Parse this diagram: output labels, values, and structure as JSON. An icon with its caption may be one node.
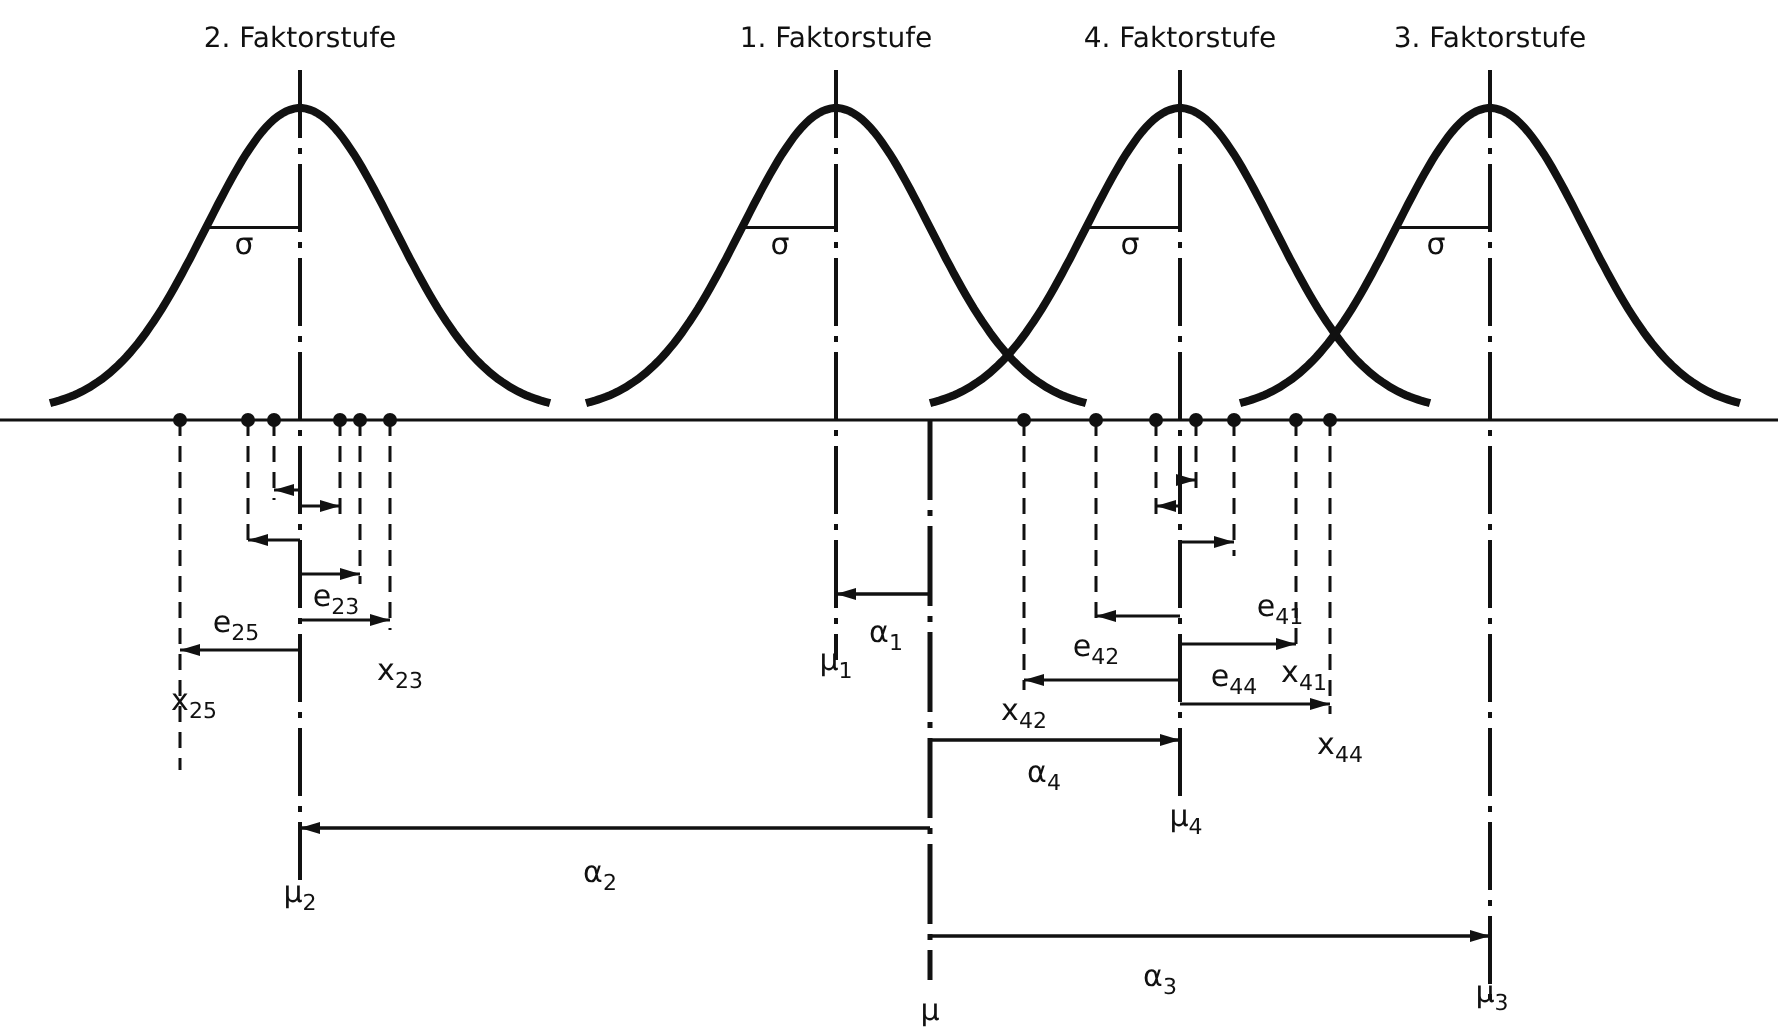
{
  "diagram": {
    "labels": [
      "2. Faktorstufe",
      "1. Faktorstufe",
      "4. Faktorstufe",
      "3. Faktorstufe",
      "σ",
      "σ",
      "σ",
      "σ",
      "e$_{23}$",
      "e$_{41}$",
      "e$_{25}$",
      "α$_{1}$",
      "e$_{42}$",
      "μ$_{1}$",
      "x$_{23}$",
      "e$_{44}$",
      "x$_{41}$",
      "x$_{25}$",
      "x$_{42}$",
      "x$_{44}$",
      "α$_{4}$",
      "μ$_{4}$",
      "α$_{2}$",
      "μ$_{2}$",
      "α$_{3}$",
      "μ$_{3}$",
      "μ"
    ]
  }
}
